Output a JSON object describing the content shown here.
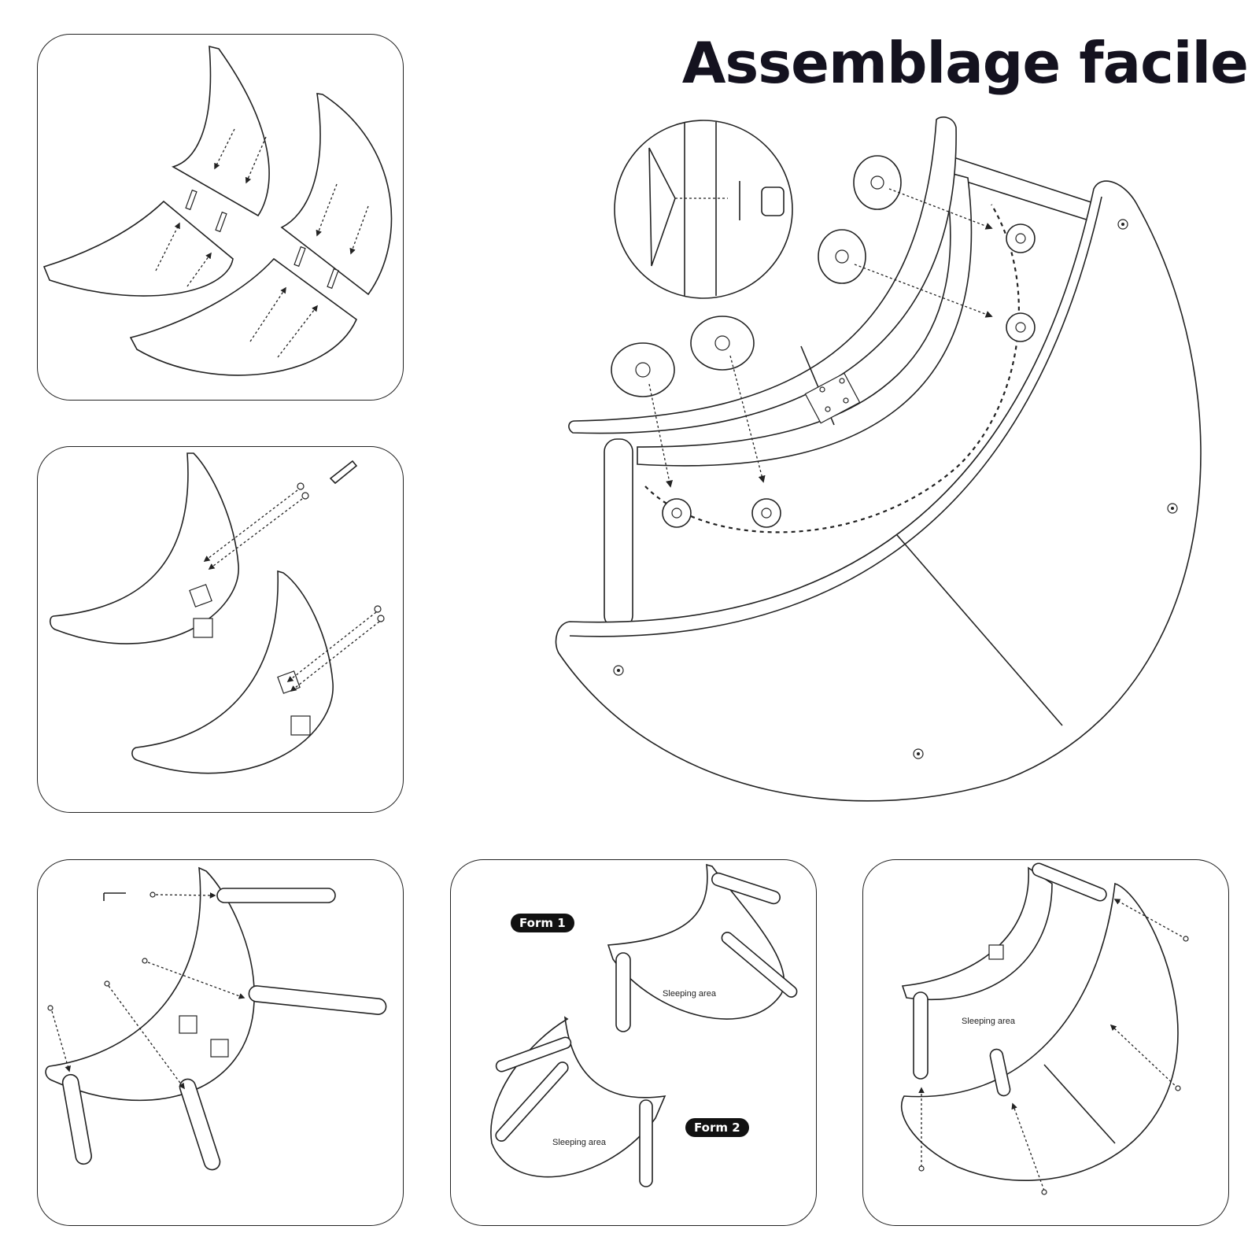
{
  "title": "Assemblage facile",
  "panels": {
    "form1_badge": "Form 1",
    "form2_badge": "Form 2",
    "sleeping_area_form1": "Sleeping area",
    "sleeping_area_form2": "Sleeping area",
    "sleeping_area_final": "Sleeping area"
  },
  "icons": [
    "hex-key-icon",
    "screw-icon",
    "wooden-dowel-icon",
    "cam-lock-icon",
    "metal-bracket-icon"
  ],
  "colors": {
    "ink": "#14121f",
    "stroke": "#222222",
    "background": "#ffffff"
  }
}
